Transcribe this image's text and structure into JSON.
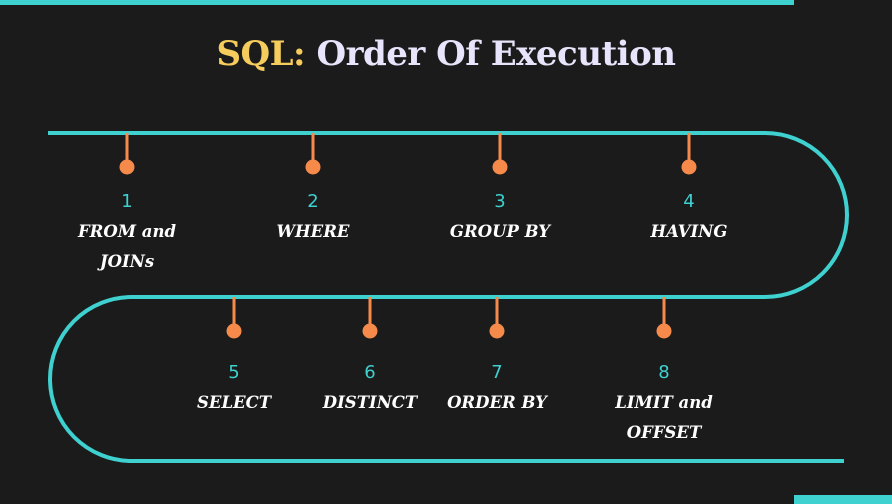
{
  "title": {
    "prefix": "SQL:",
    "main": "Order Of Execution"
  },
  "colors": {
    "background": "#1b1b1b",
    "track": "#3fd0d0",
    "pin": "#f58a4b",
    "title_prefix": "#f6cd5c",
    "title_main": "#e7e4fb",
    "number": "#3fd0d0",
    "label": "#ffffff"
  },
  "steps": [
    {
      "number": "1",
      "label_lines": [
        "FROM and",
        "JOINs"
      ]
    },
    {
      "number": "2",
      "label_lines": [
        "WHERE"
      ]
    },
    {
      "number": "3",
      "label_lines": [
        "GROUP BY"
      ]
    },
    {
      "number": "4",
      "label_lines": [
        "HAVING"
      ]
    },
    {
      "number": "5",
      "label_lines": [
        "SELECT"
      ]
    },
    {
      "number": "6",
      "label_lines": [
        "DISTINCT"
      ]
    },
    {
      "number": "7",
      "label_lines": [
        "ORDER BY"
      ]
    },
    {
      "number": "8",
      "label_lines": [
        "LIMIT and",
        "OFFSET"
      ]
    }
  ]
}
